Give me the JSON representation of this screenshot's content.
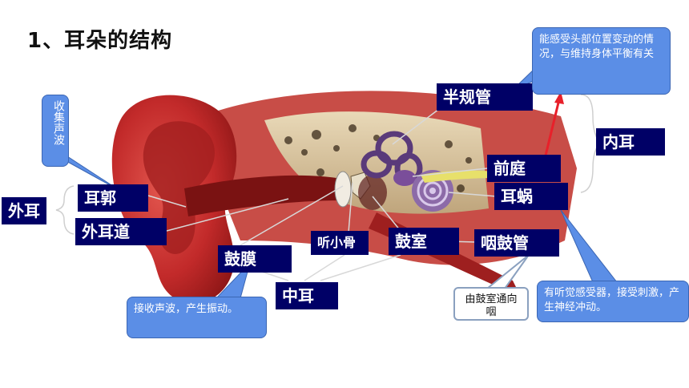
{
  "title": "1、耳朵的结构",
  "labels": {
    "outer_ear": "外耳",
    "pinna": "耳郭",
    "ear_canal": "外耳道",
    "eardrum": "鼓膜",
    "ossicles": "听小骨",
    "tympanic_cavity": "鼓室",
    "middle_ear": "中耳",
    "eustachian_tube": "咽鼓管",
    "semicircular_canals": "半规管",
    "vestibule": "前庭",
    "cochlea": "耳蜗",
    "inner_ear": "内耳"
  },
  "callouts": {
    "pinna_desc": "收集声波",
    "eardrum_desc": "接收声波，产生振动。",
    "eustachian_desc": "由鼓室通向咽",
    "cochlea_desc": "有听觉感受器，接受刺激，产生神经冲动。",
    "balance_desc": "能感受头部位置变动的情况，与维持身体平衡有关"
  },
  "colors": {
    "label_bg": "#000066",
    "callout_bg": "#5b8ee6",
    "arrow": "#e8202a"
  }
}
